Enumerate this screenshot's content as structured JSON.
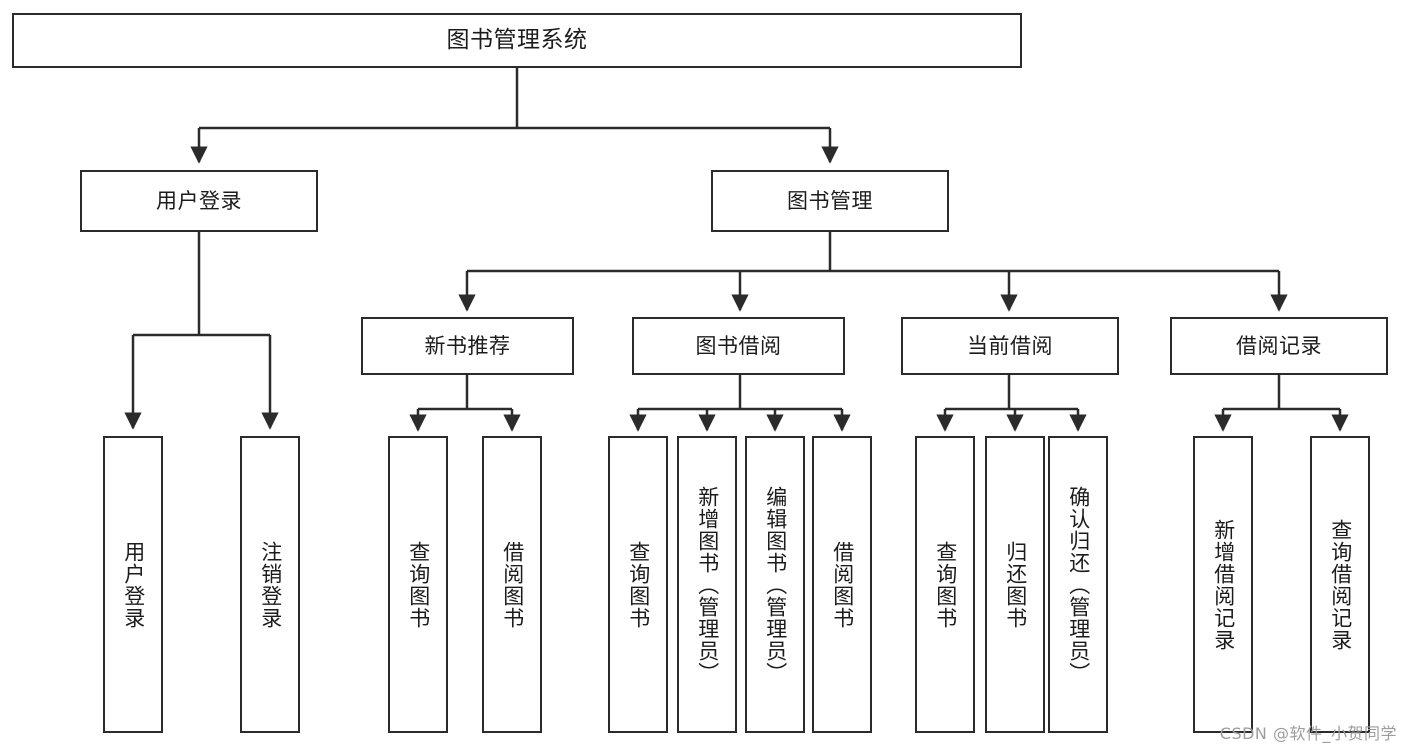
{
  "diagram": {
    "type": "tree-hierarchy",
    "title": "图书管理系统",
    "watermark": "CSDN @软件_小贺同学",
    "colors": {
      "stroke": "#2b2b2b",
      "fill": "#ffffff",
      "text": "#1c1c1c",
      "watermark": "#9d9d9d"
    },
    "nodes": {
      "root": {
        "label": "图书管理系统"
      },
      "level2": [
        {
          "label": "用户登录"
        },
        {
          "label": "图书管理"
        }
      ],
      "level3": [
        {
          "label": "新书推荐"
        },
        {
          "label": "图书借阅"
        },
        {
          "label": "当前借阅"
        },
        {
          "label": "借阅记录"
        }
      ],
      "leaves": {
        "user_login": [
          {
            "label": "用户登录"
          },
          {
            "label": "注销登录"
          }
        ],
        "new_book_recommend": [
          {
            "label": "查询图书"
          },
          {
            "label": "借阅图书"
          }
        ],
        "book_borrow": [
          {
            "label": "查询图书"
          },
          {
            "label": "新增图书（管理员）"
          },
          {
            "label": "编辑图书（管理员）"
          },
          {
            "label": "借阅图书"
          }
        ],
        "current_borrow": [
          {
            "label": "查询图书"
          },
          {
            "label": "归还图书"
          },
          {
            "label": "确认归还（管理员）"
          }
        ],
        "borrow_record": [
          {
            "label": "新增借阅记录"
          },
          {
            "label": "查询借阅记录"
          }
        ]
      }
    }
  }
}
